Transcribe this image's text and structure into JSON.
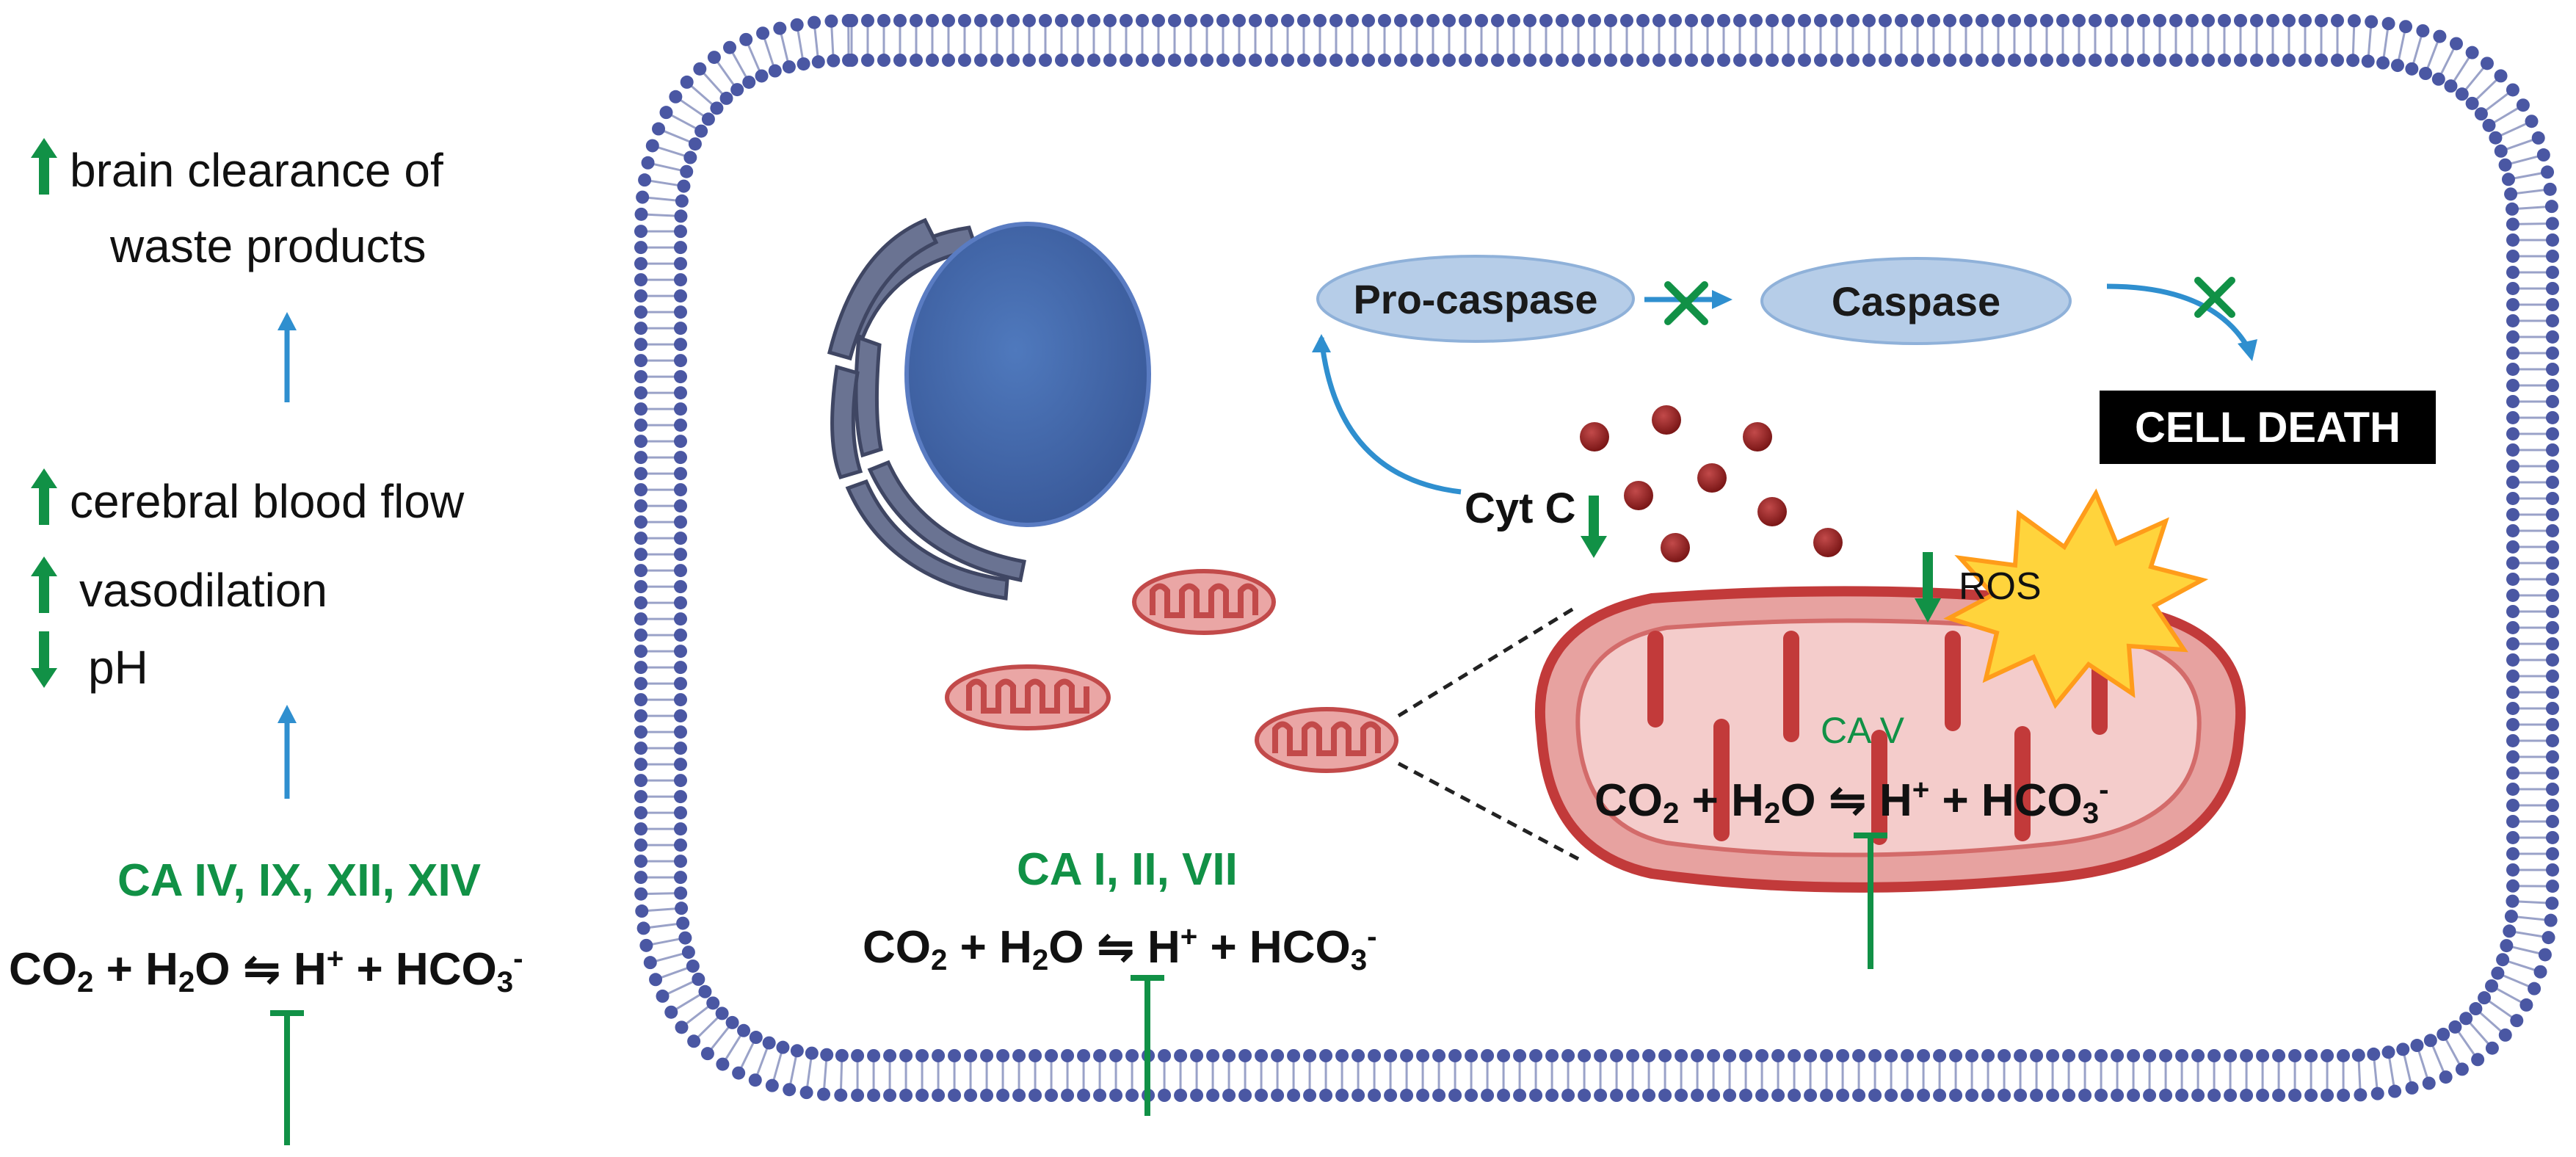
{
  "left_column": {
    "brain_clearance_line1": "brain clearance of",
    "brain_clearance_line2": "waste products",
    "cerebral_blood_flow": "cerebral blood flow",
    "vasodilation": "vasodilation",
    "ph": "pH",
    "enzymes": "CA IV, IX, XII, XIV"
  },
  "equation": {
    "co": "CO",
    "two": "2",
    "plus_h": " + H",
    "o": "O",
    "arrows": "⇋",
    "h": "H",
    "plus_sign": "+",
    "plus_hco": " + HCO",
    "three": "3",
    "minus": "-"
  },
  "cytosol": {
    "enzymes": "CA I, II, VII"
  },
  "apoptosis": {
    "pro_caspase": "Pro-caspase",
    "caspase": "Caspase",
    "cell_death": "CELL DEATH",
    "cyt_c": "Cyt C",
    "ros": "ROS"
  },
  "mitochondrion": {
    "enzyme": "CA V"
  },
  "colors": {
    "green": "#119146",
    "blue_arrow": "#2f8fcf",
    "membrane_head": "#4a57a3",
    "ellipse_fill": "#b7cde6",
    "mito_fill": "#e9a7a6",
    "ros_fill": "#ffd23a",
    "cyt_c_dot": "#8e1c1c"
  }
}
